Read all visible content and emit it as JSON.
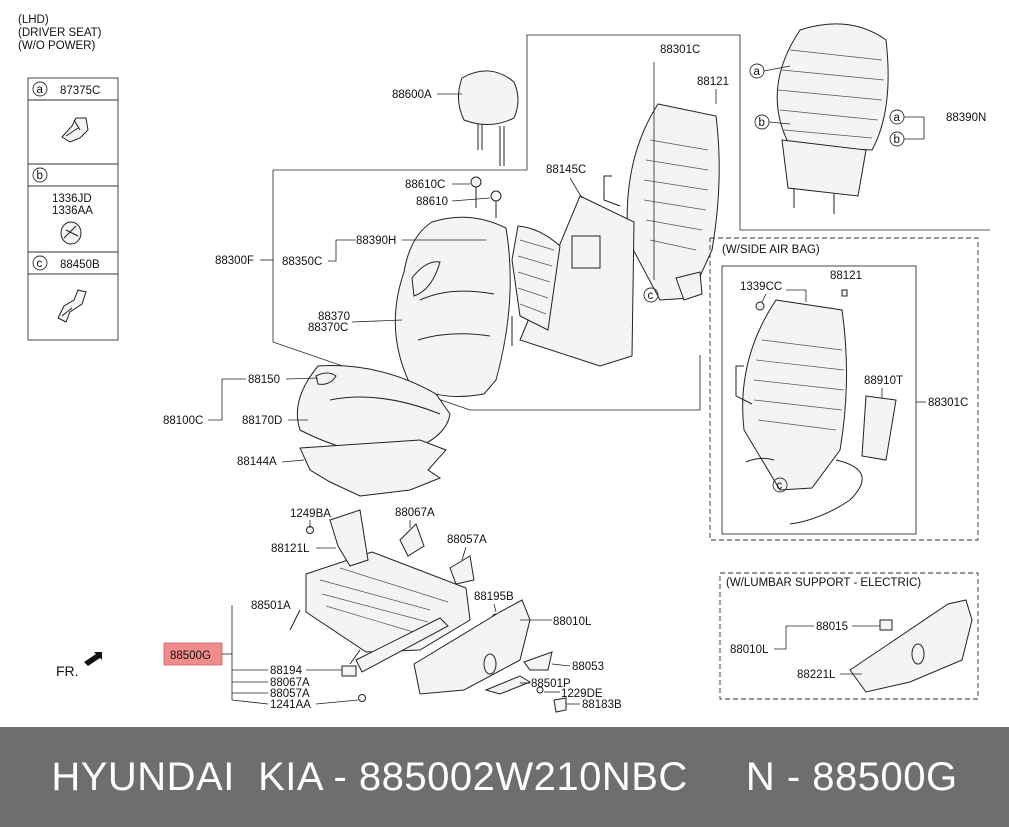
{
  "header_notes": [
    "(LHD)",
    "(DRIVER SEAT)",
    "(W/O POWER)"
  ],
  "legend": [
    {
      "letter": "a",
      "parts": [
        "87375C"
      ]
    },
    {
      "letter": "b",
      "parts": [
        "1336JD",
        "1336AA"
      ]
    },
    {
      "letter": "c",
      "parts": [
        "88450B"
      ]
    }
  ],
  "variants": {
    "side_air_bag": "(W/SIDE AIR BAG)",
    "lumbar_support": "(W/LUMBAR SUPPORT - ELECTRIC)"
  },
  "callouts": {
    "c88301C_top": "88301C",
    "c88121_top": "88121",
    "c88600A": "88600A",
    "c88145C": "88145C",
    "c88610C": "88610C",
    "c88610": "88610",
    "c88390H": "88390H",
    "c88300F": "88300F",
    "c88350C": "88350C",
    "c88370": "88370",
    "c88370C": "88370C",
    "c88150": "88150",
    "c88100C": "88100C",
    "c88170D": "88170D",
    "c88144A": "88144A",
    "c88390N": "88390N",
    "c1339CC": "1339CC",
    "c88121_sab": "88121",
    "c88910T": "88910T",
    "c88301C_sab": "88301C",
    "c1249BA": "1249BA",
    "c88067A_top": "88067A",
    "c88121L": "88121L",
    "c88057A_top": "88057A",
    "c88195B": "88195B",
    "c88501A": "88501A",
    "c88010L": "88010L",
    "c88500G": "88500G",
    "c88053": "88053",
    "c88194": "88194",
    "c88067A_bot": "88067A",
    "c88057A_bot": "88057A",
    "c1241AA": "1241AA",
    "c88501P": "88501P",
    "c1229DE": "1229DE",
    "c88183B": "88183B",
    "c88015": "88015",
    "c88010L_lum": "88010L",
    "c88221L": "88221L"
  },
  "markers": {
    "a": "a",
    "b": "b",
    "c": "c"
  },
  "front_label": "FR.",
  "highlight_color": "#f08c8c",
  "footer_text": "HYUNDAI  KIA - 885002W210NBC     N - 88500G"
}
